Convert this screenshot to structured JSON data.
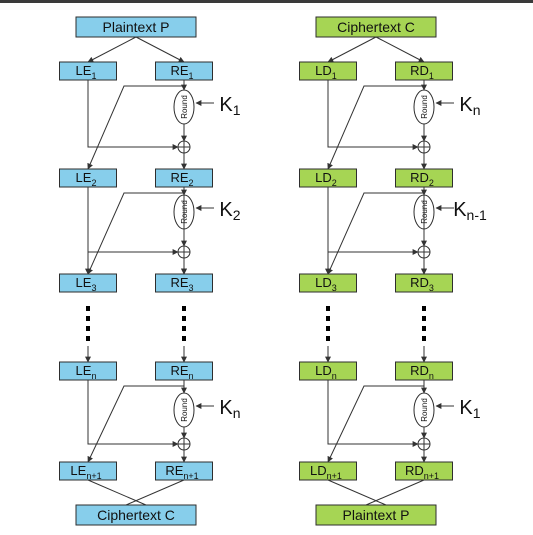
{
  "colors": {
    "encrypt_fill": "#87ceeb",
    "decrypt_fill": "#a6d554",
    "stroke": "#2e2e2e",
    "line": "#333333",
    "topbar": "#3a3a3a",
    "round_fill": "#ffffff"
  },
  "round_label": "Round",
  "dots": ".",
  "encryption": {
    "input": "Plaintext P",
    "output": "Ciphertext C",
    "left_prefix": "LE",
    "right_prefix": "RE",
    "stage_subscripts": [
      "1",
      "2",
      "3",
      "n",
      "n+1"
    ],
    "keys": [
      {
        "base": "K",
        "sub": "1"
      },
      {
        "base": "K",
        "sub": "2"
      },
      {
        "base": "K",
        "sub": "n"
      }
    ]
  },
  "decryption": {
    "input": "Ciphertext C",
    "output": "Plaintext P",
    "left_prefix": "LD",
    "right_prefix": "RD",
    "stage_subscripts": [
      "1",
      "2",
      "3",
      "n",
      "n+1"
    ],
    "keys": [
      {
        "base": "K",
        "sub": "n"
      },
      {
        "base": "K",
        "sub": "n-1"
      },
      {
        "base": "K",
        "sub": "1"
      }
    ]
  }
}
